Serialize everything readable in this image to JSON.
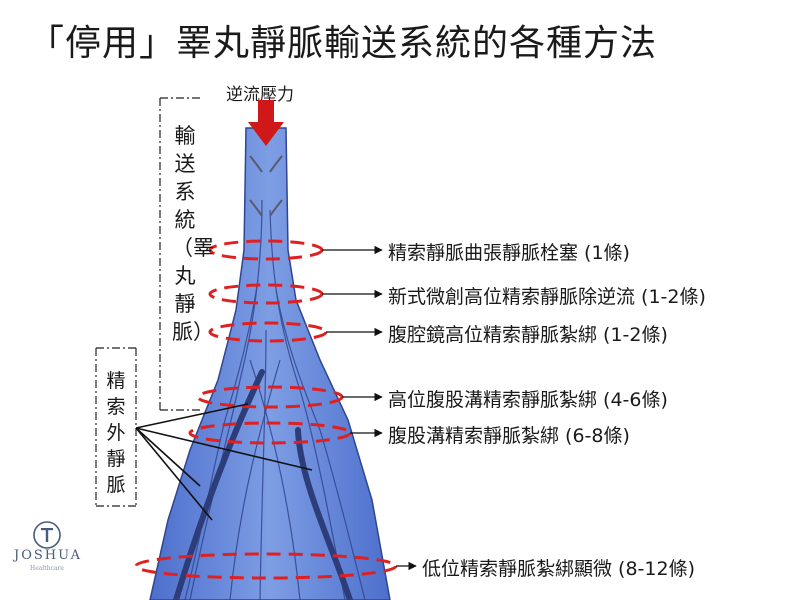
{
  "title": "「停用」睪丸靜脈輸送系統的各種方法",
  "top_label": "逆流壓力",
  "left_labels": {
    "transport_system": "輸送系統（睪丸靜脈）",
    "external_veins": "精索外靜脈"
  },
  "procedures": [
    "精索靜脈曲張靜脈栓塞 (1條)",
    "新式微創高位精索靜脈除逆流 (1-2條)",
    "腹腔鏡高位精索靜脈紮綁 (1-2條)",
    "高位腹股溝精索靜脈紮綁 (4-6條)",
    "腹股溝精索靜脈紮綁 (6-8條)",
    "低位精索靜脈紮綁顯微 (8-12條)"
  ],
  "logo": {
    "name": "JOSHUA",
    "subtitle": "Healthcare"
  },
  "colors": {
    "vein": "#5b7fd6",
    "vein_dark": "#3a55a8",
    "arrow": "#d01818",
    "ring": "#e02020"
  }
}
